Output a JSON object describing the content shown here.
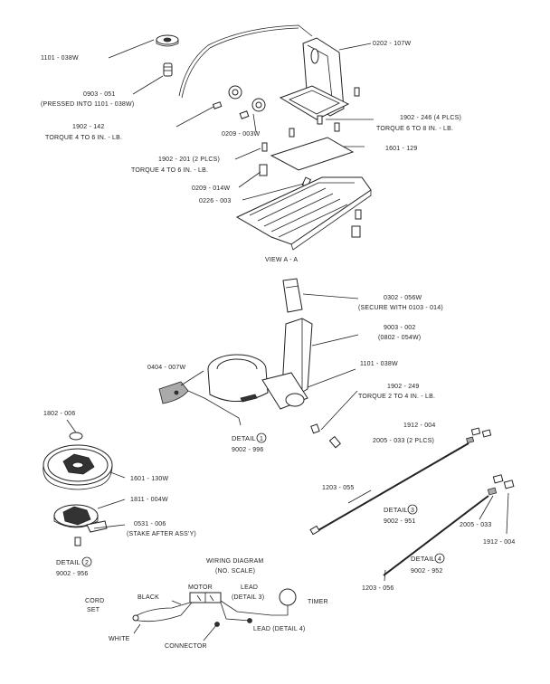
{
  "view_title": "VIEW A - A",
  "wiring": {
    "title": "WIRING DIAGRAM",
    "subtitle": "(NO. SCALE)",
    "motor": "MOTOR",
    "black": "BLACK",
    "cord_set_1": "CORD",
    "cord_set_2": "SET",
    "white": "WHITE",
    "connector": "CONNECTOR",
    "lead_3": "LEAD",
    "lead_3b": "(DETAIL 3)",
    "timer": "TIMER",
    "lead_4": "LEAD (DETAIL 4)"
  },
  "details": {
    "d1_label": "DETAIL",
    "d1_num": "1",
    "d1_code": "9002 - 996",
    "d2_label": "DETAIL",
    "d2_num": "2",
    "d2_code": "9002 - 956",
    "d3_label": "DETAIL",
    "d3_num": "3",
    "d3_code": "9002 - 951",
    "d4_label": "DETAIL",
    "d4_num": "4",
    "d4_code": "9002 - 952"
  },
  "labels": {
    "l1101_038w_top": "1101 - 038W",
    "l0202_107w": "0202 - 107W",
    "l0903_051": "0903 - 051",
    "l0903_note": "(PRESSED INTO 1101 - 038W)",
    "l1902_142": "1902 - 142",
    "l1902_142_t": "TORQUE 4 TO 6 IN. - LB.",
    "l0209_003w": "0209 - 003W",
    "l1902_246": "1902 - 246 (4 PLCS)",
    "l1902_246_t": "TORQUE 6 TO 8 IN. - LB.",
    "l1601_129": "1601 - 129",
    "l1902_201": "1902 - 201 (2 PLCS)",
    "l1902_201_t": "TORQUE 4 TO 6 IN. - LB.",
    "l0209_014w": "0209 - 014W",
    "l0226_003": "0226 - 003",
    "l0302_056w": "0302 - 056W",
    "l0302_note": "(SECURE WITH 0103 - 014)",
    "l9003_002": "9003 - 002",
    "l9003_note": "(0802 - 054W)",
    "l0404_007w": "0404 - 007W",
    "l1101_038w_mid": "1101 - 038W",
    "l1902_249": "1902 - 249",
    "l1902_249_t": "TORQUE 2 TO 4 IN. - LB.",
    "l1912_004_a": "1912 - 004",
    "l2005_033_a": "2005 - 033 (2 PLCS)",
    "l1802_006": "1802 - 006",
    "l1601_130w": "1601 - 130W",
    "l1811_004w": "1811 - 004W",
    "l0531_006": "0531 - 006",
    "l0531_note": "(STAKE AFTER ASS'Y)",
    "l1203_055": "1203 - 055",
    "l2005_033_b": "2005 - 033",
    "l1912_004_b": "1912 - 004",
    "l1203_056": "1203 - 056"
  }
}
